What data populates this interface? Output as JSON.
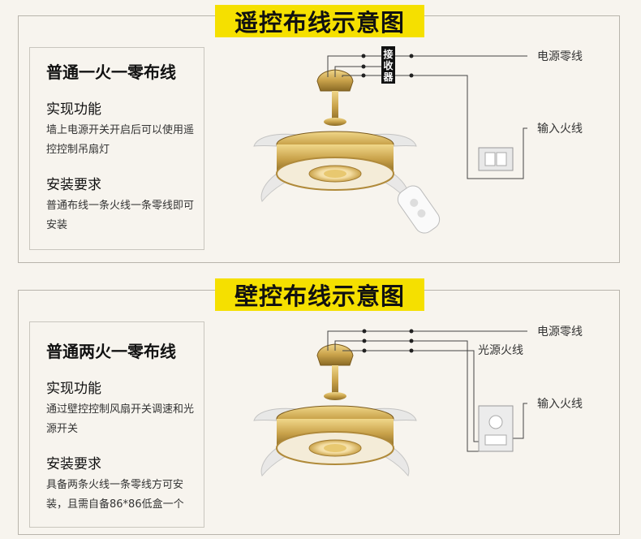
{
  "remote_section": {
    "banner": "遥控布线示意图",
    "info": {
      "title": "普通一火一零布线",
      "function_heading": "实现功能",
      "function_text": "墙上电源开关开启后可以使用遥控控制吊扇灯",
      "install_heading": "安装要求",
      "install_text": "普通布线一条火线一条零线即可安装"
    },
    "receiver_label": [
      "接",
      "收",
      "器"
    ],
    "wire_labels": {
      "neutral": "电源零线",
      "live": "输入火线"
    }
  },
  "wall_section": {
    "banner": "壁控布线示意图",
    "info": {
      "title": "普通两火一零布线",
      "function_heading": "实现功能",
      "function_text": "通过壁控控制风扇开关调速和光源开关",
      "install_heading": "安装要求",
      "install_text": "具备两条火线一条零线方可安装，且需自备86*86低盒一个"
    },
    "wire_labels": {
      "neutral": "电源零线",
      "light": "光源火线",
      "live": "输入火线"
    }
  },
  "colors": {
    "banner": "#f5e000",
    "gold": "#c9a24a",
    "wire": "#444444"
  }
}
